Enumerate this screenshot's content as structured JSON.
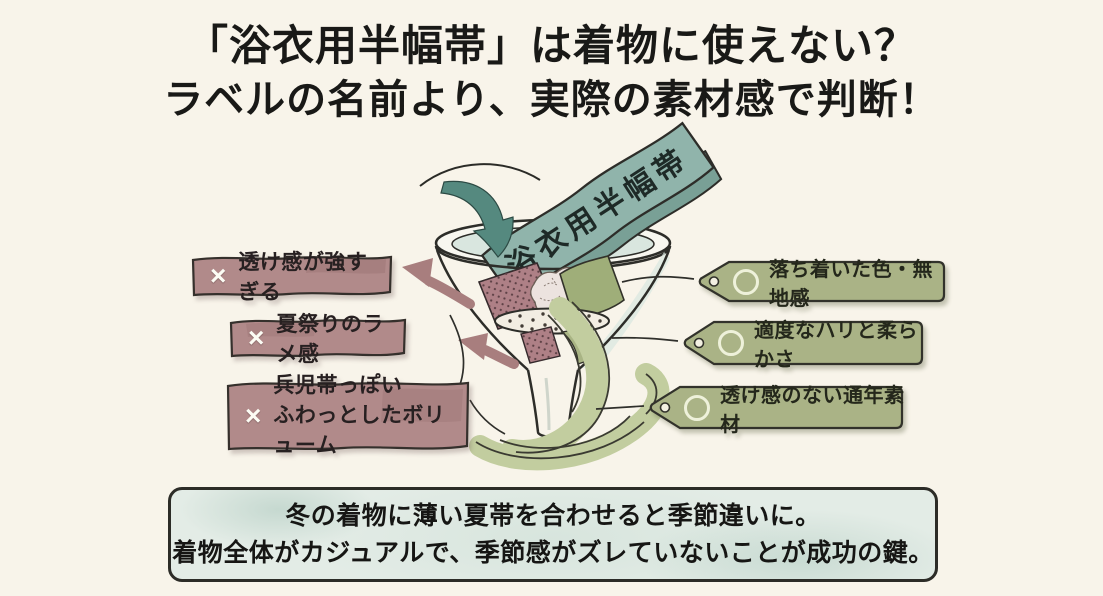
{
  "title": {
    "line1": "「浴衣用半幅帯」は着物に使えない？",
    "line2": "ラベルの名前より、実際の素材感で判断！"
  },
  "funnel": {
    "input_label": "浴衣用半幅帯"
  },
  "rejected": {
    "mark": "×",
    "items": [
      {
        "lines": [
          "透け感が強すぎる"
        ]
      },
      {
        "lines": [
          "夏祭りのラメ感"
        ]
      },
      {
        "lines": [
          "兵児帯っぽい",
          "ふわっとしたボリューム"
        ]
      }
    ]
  },
  "accepted": {
    "mark_icon": "circle-outline",
    "items": [
      {
        "label": "落ち着いた色・無地感"
      },
      {
        "label": "適度なハリと柔らかさ"
      },
      {
        "label": "透け感のない通年素材"
      }
    ]
  },
  "footer": {
    "line1": "冬の着物に薄い夏帯を合わせると季節違いに。",
    "line2": "着物全体がカジュアルで、季節感がズレていないことが成功の鍵。"
  },
  "colors": {
    "background": "#f8f4ea",
    "ink": "#2d2d29",
    "reject_ribbon": "#b18a8a",
    "accept_tag": "#aab386",
    "input_ribbon": "#90b4ab",
    "output_ribbon": "#c2cd9f",
    "footer_bg": "#e3ece6"
  }
}
